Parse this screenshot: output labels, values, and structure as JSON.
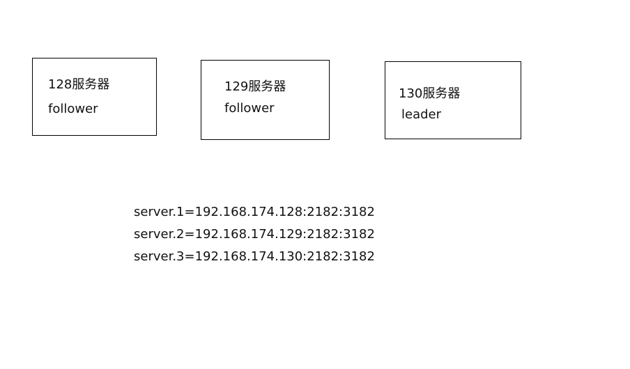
{
  "servers": [
    {
      "title": "128服务器",
      "role": "follower"
    },
    {
      "title": "129服务器",
      "role": "follower"
    },
    {
      "title": "130服务器",
      "role": "leader"
    }
  ],
  "config_lines": [
    "server.1=192.168.174.128:2182:3182",
    "server.2=192.168.174.129:2182:3182",
    "server.3=192.168.174.130:2182:3182"
  ]
}
